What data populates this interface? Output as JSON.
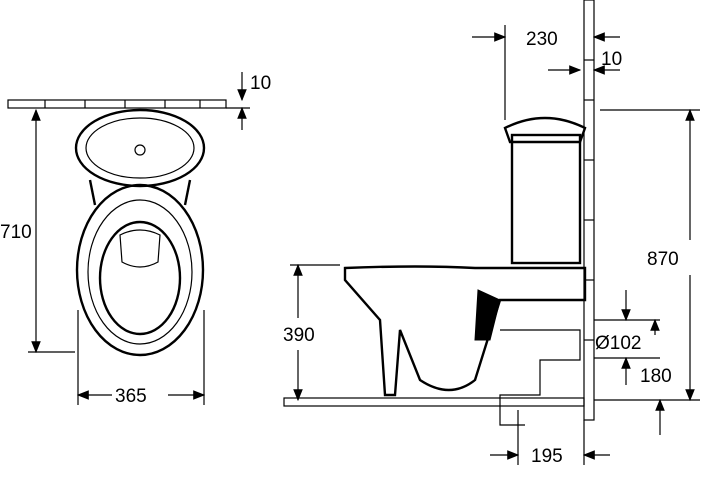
{
  "top_view": {
    "wall_gap": "10",
    "depth": "710",
    "width": "365"
  },
  "side_view": {
    "tank_offset": "230",
    "tank_gap": "10",
    "total_height": "870",
    "rim_height": "390",
    "outlet_diameter": "Ø102",
    "outlet_height": "180",
    "outlet_distance": "195"
  },
  "colors": {
    "line": "#000000",
    "background": "#ffffff"
  }
}
